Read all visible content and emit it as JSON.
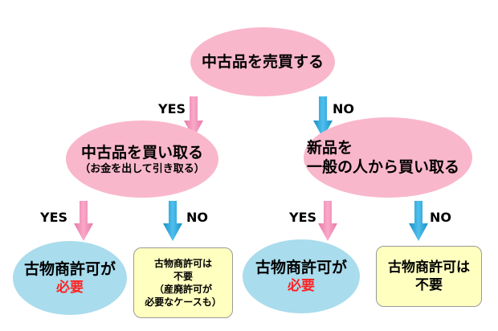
{
  "root": {
    "label": "中古品を売買する"
  },
  "branch_yes": {
    "label": "YES"
  },
  "branch_no": {
    "label": "NO"
  },
  "used": {
    "line1": "中古品を買い取る",
    "line2": "（お金を出して引き取る）"
  },
  "new": {
    "line1": "新品を",
    "line2": "一般の人から買い取る"
  },
  "used_yes": {
    "label": "YES",
    "line1": "古物商許可が",
    "line2": "必要"
  },
  "used_no": {
    "label": "NO",
    "line1": "古物商許可は",
    "line2": "不要",
    "line3": "（産廃許可が",
    "line4": "必要なケースも）"
  },
  "new_yes": {
    "label": "YES",
    "line1": "古物商許可が",
    "line2": "必要"
  },
  "new_no": {
    "label": "NO",
    "line1": "古物商許可は",
    "line2": "不要"
  },
  "colors": {
    "pink": "#f9b7cc",
    "blue": "#a9dcec",
    "yellow": "#ffffc0",
    "arrow_pink": "#f48fb8",
    "arrow_blue": "#2aa7dc",
    "red": "#ff2222"
  }
}
